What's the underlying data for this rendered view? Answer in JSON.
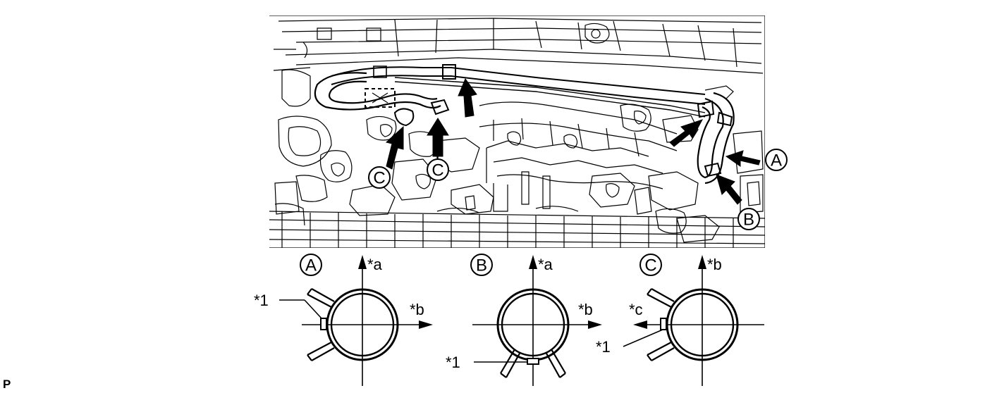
{
  "callouts": {
    "A": "A",
    "B": "B",
    "C": "C"
  },
  "details": [
    {
      "letter": "A",
      "vertical_axis": "*a",
      "horizontal_axis": "*b",
      "clamp_marker": "*1"
    },
    {
      "letter": "B",
      "vertical_axis": "*a",
      "horizontal_axis": "*b",
      "clamp_marker": "*1"
    },
    {
      "letter": "C",
      "vertical_axis": "*b",
      "horizontal_axis": "*c",
      "clamp_marker": "*1"
    }
  ],
  "corner_mark": "P"
}
